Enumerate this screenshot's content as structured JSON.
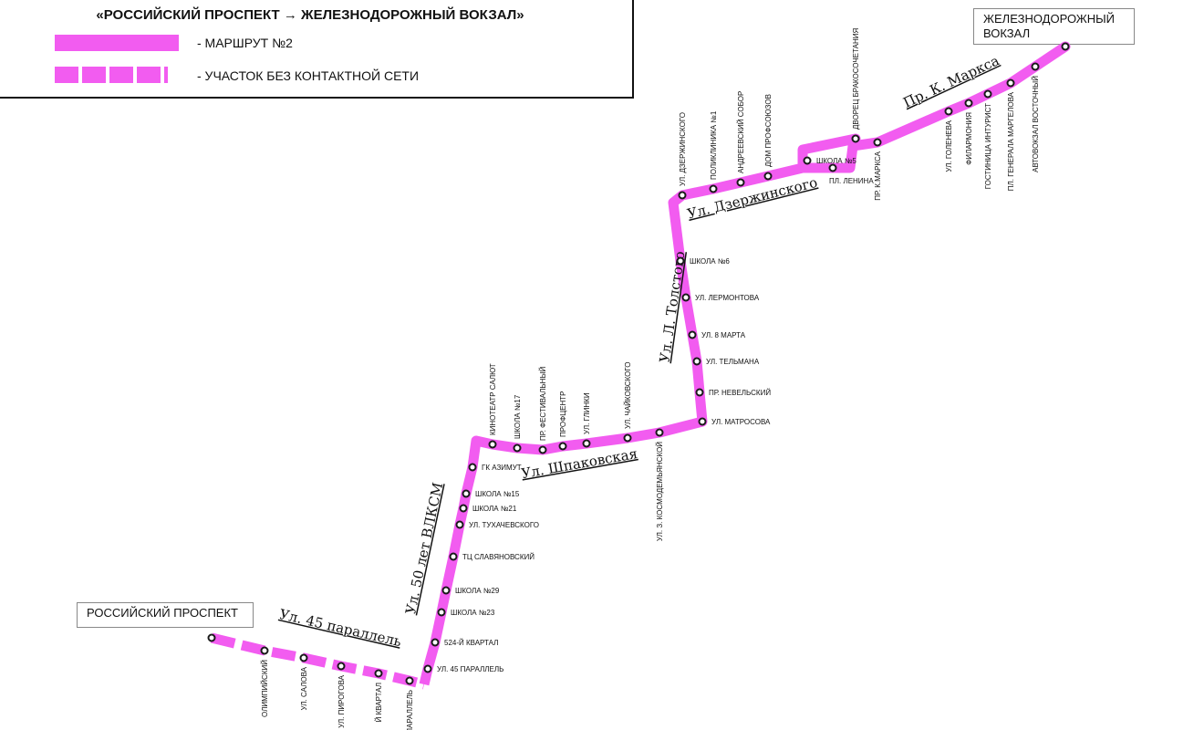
{
  "legend": {
    "title": "«РОССИЙСКИЙ ПРОСПЕКТ → ЖЕЛЕЗНОДОРОЖНЫЙ ВОКЗАЛ»",
    "items": [
      {
        "label": "- МАРШРУТ №2",
        "style": "solid"
      },
      {
        "label": "- УЧАСТОК БЕЗ КОНТАКТНОЙ СЕТИ",
        "style": "dashed"
      }
    ]
  },
  "colors": {
    "route": "#f25cf0",
    "stop_outline": "#1a1a1a"
  },
  "terminals": {
    "start": "РОССИЙСКИЙ ПРОСПЕКТ",
    "end_line1": "ЖЕЛЕЗНОДОРОЖНЫЙ",
    "end_line2": "ВОКЗАЛ"
  },
  "streets": [
    "Ул. 45 параллель",
    "Ул. 50 лет ВЛКСМ",
    "Ул. Шпаковская",
    "Ул. Л. Толстого",
    "Ул. Дзержинского",
    "Пр. К. Маркса"
  ],
  "stops": [
    "",
    "ОЛИМПИЙСКИЙ",
    "УЛ. САЛОВА",
    "УЛ. ПИРОГОВА",
    "Й КВАРТАЛ",
    "ПАРАЛЛЕЛЬ",
    "УЛ. 45 ПАРАЛЛЕЛЬ",
    "524-Й КВАРТАЛ",
    "ШКОЛА №23",
    "ШКОЛА №29",
    "ТЦ СЛАВЯНОВСКИЙ",
    "УЛ. ТУХАЧЕВСКОГО",
    "ШКОЛА №21",
    "ШКОЛА №15",
    "ГК АЗИМУТ",
    "КИНОТЕАТР САЛЮТ",
    "ШКОЛА №17",
    "ПР. ФЕСТИВАЛЬНЫЙ",
    "ПРОФЦЕНТР",
    "УЛ. ГЛИНКИ",
    "УЛ. ЧАЙКОВСКОГО",
    "УЛ. З. КОСМОДЕМЬЯНСКОЙ",
    "УЛ. МАТРОСОВА",
    "ПР. НЕВЕЛЬСКИЙ",
    "УЛ. ТЕЛЬМАНА",
    "УЛ. 8 МАРТА",
    "УЛ. ЛЕРМОНТОВА",
    "ШКОЛА №6",
    "УЛ. ДЗЕРЖИНСКОГО",
    "ПОЛИКЛИНИКА №1",
    "АНДРЕЕВСКИЙ СОБОР",
    "ДОМ ПРОФСОЮЗОВ",
    "ШКОЛА №5",
    "ПЛ. ЛЕНИНА",
    "ДВОРЕЦ БРАКОСОЧЕТАНИЯ",
    "ПР. К.МАРКСА",
    "УЛ. ГОЛЕНЕВА",
    "ФИЛАРМОНИЯ",
    "ГОСТИНИЦА ИНТУРИСТ",
    "ПЛ. ГЕНЕРАЛА МАРГЕЛОВА",
    "АВТОВОКЗАЛ ВОСТОЧНЫЙ",
    ""
  ]
}
